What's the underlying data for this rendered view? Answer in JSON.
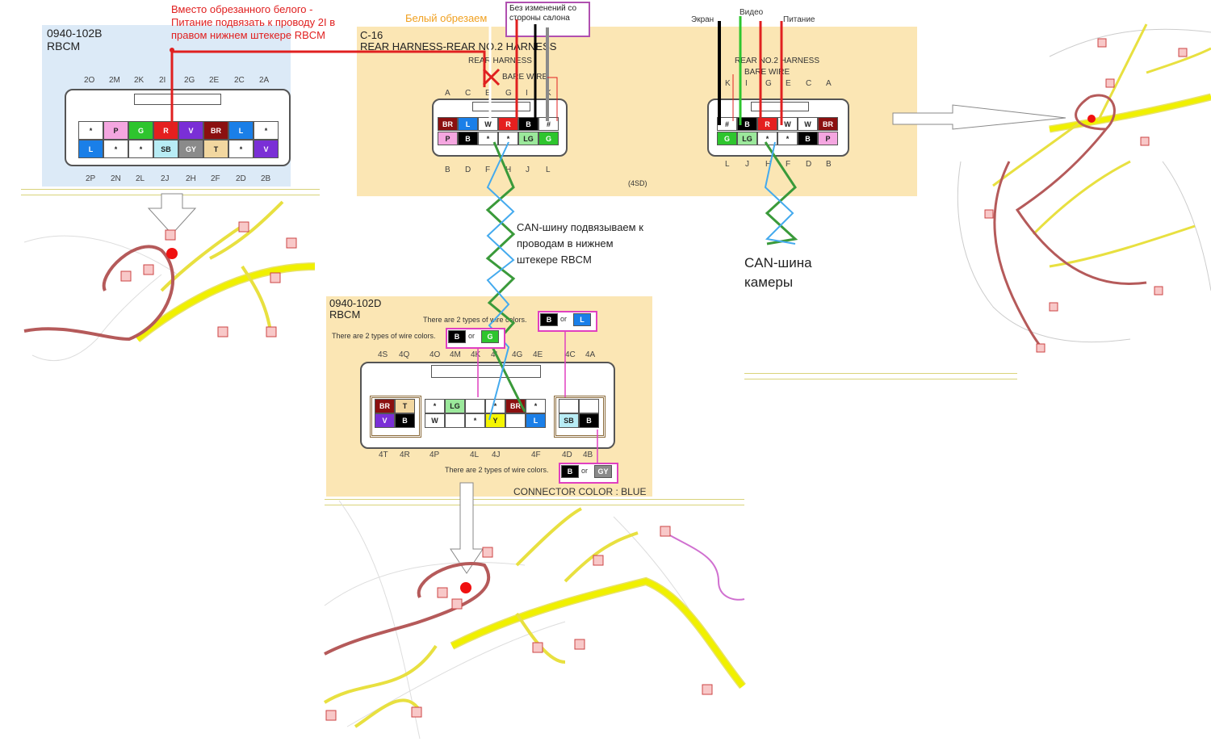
{
  "connector_102b": {
    "id": "0940-102B",
    "name": "RBCM",
    "top_pins": [
      "2O",
      "2M",
      "2K",
      "2I",
      "2G",
      "2E",
      "2C",
      "2A"
    ],
    "bottom_pins": [
      "2P",
      "2N",
      "2L",
      "2J",
      "2H",
      "2F",
      "2D",
      "2B"
    ],
    "row1": [
      "*",
      "P",
      "G",
      "R",
      "V",
      "BR",
      "L",
      "*"
    ],
    "row2": [
      "L",
      "*",
      "*",
      "SB",
      "GY",
      "T",
      "*",
      "V"
    ]
  },
  "notes": {
    "power_note": "Вместо обрезанного белого - Питание подвязать к проводу 2I в правом нижнем штекере RBCM",
    "white_cut": "Белый обрезаем",
    "no_change": "Без изменений со стороны салона",
    "screen": "Экран",
    "video": "Видео",
    "power": "Питание",
    "can_note": "CAN-шину подвязываем к проводам в нижнем штекере RBCM",
    "can_camera": "CAN-шина камеры"
  },
  "connector_c16": {
    "id": "C-16",
    "title": "REAR HARNESS-REAR NO.2 HARNESS",
    "left_label": "REAR HARNESS",
    "bare_wire": "BARE WIRE",
    "right_label": "REAR NO.2 HARNESS",
    "right_bare_wire": "BARE WIRE",
    "variant": "(4SD)",
    "left_top_pins": [
      "A",
      "C",
      "E",
      "G",
      "I",
      "K"
    ],
    "left_bottom_pins": [
      "B",
      "D",
      "F",
      "H",
      "J",
      "L"
    ],
    "left_row1": [
      "BR",
      "L",
      "W",
      "R",
      "B",
      "#"
    ],
    "left_row2": [
      "P",
      "B",
      "*",
      "*",
      "LG",
      "G"
    ],
    "right_top_pins": [
      "K",
      "I",
      "G",
      "E",
      "C",
      "A"
    ],
    "right_bottom_pins": [
      "L",
      "J",
      "H",
      "F",
      "D",
      "B"
    ],
    "right_row1": [
      "#",
      "B",
      "R",
      "W",
      "W",
      "BR"
    ],
    "right_row2": [
      "G",
      "LG",
      "*",
      "*",
      "B",
      "P"
    ]
  },
  "connector_102d": {
    "id": "0940-102D",
    "name": "RBCM",
    "two_types_1": "There are 2 types of wire colors.",
    "two_types_2": "There are 2 types of wire colors.",
    "two_types_3": "There are 2 types of wire colors.",
    "or": "or",
    "top_pins": [
      "4S",
      "4Q",
      "4O",
      "4M",
      "4K",
      "4I",
      "4G",
      "4E",
      "4C",
      "4A"
    ],
    "bottom_pins": [
      "4T",
      "4R",
      "4P",
      "4L",
      "4J",
      "4F",
      "4D",
      "4B"
    ],
    "left_block": [
      "BR",
      "T",
      "V",
      "B"
    ],
    "mid_row1": [
      "*",
      "LG",
      "",
      "*",
      "BR",
      "*"
    ],
    "mid_row2": [
      "W",
      "",
      "*",
      "Y",
      "",
      "L"
    ],
    "right_block": [
      "",
      "",
      "SB",
      "B"
    ],
    "opt1": [
      "B",
      "G"
    ],
    "opt2": [
      "B",
      "L"
    ],
    "opt3": [
      "B",
      "GY"
    ],
    "connector_color": "CONNECTOR COLOR : BLUE"
  },
  "colors": {
    "R": "#e51f1f",
    "P": "#f4a6e0",
    "G": "#2ec52e",
    "V": "#7a2fd6",
    "BR": "#8b1010",
    "L": "#1a7fe8",
    "W": "#ffffff",
    "B": "#000000",
    "SB": "#b8ecf5",
    "GY": "#8a8a8a",
    "T": "#f2d7a0",
    "LG": "#9be89b",
    "Y": "#f5f500",
    "#": "#ffffff",
    "*": "#ffffff",
    "": "#ffffff"
  }
}
